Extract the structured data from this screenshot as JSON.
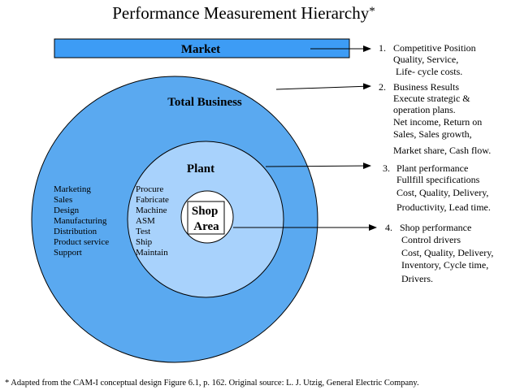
{
  "title": "Performance Measurement Hierarchy",
  "title_mark": "*",
  "market_label": "Market",
  "total_business_label": "Total Business",
  "plant_label": "Plant",
  "shop_area_label": [
    "Shop",
    "Area"
  ],
  "business_functions": [
    "Marketing",
    "Sales",
    "Design",
    "Manufacturing",
    "Distribution",
    "Product service",
    "Support"
  ],
  "plant_functions": [
    "Procure",
    "Fabricate",
    "Machine",
    "ASM",
    "Test",
    "Ship",
    "Maintain"
  ],
  "measures": [
    {
      "number": "1.",
      "lines": [
        "Competitive Position",
        "Quality,  Service,",
        "Life- cycle costs."
      ]
    },
    {
      "number": "2.",
      "lines": [
        "Business Results",
        "Execute strategic &",
        "operation plans.",
        "Net income, Return on",
        "Sales, Sales growth,",
        "Market share, Cash flow."
      ]
    },
    {
      "number": "3.",
      "lines": [
        "Plant performance",
        "Fullfill specifications",
        "Cost, Quality, Delivery,",
        "Productivity, Lead time."
      ]
    },
    {
      "number": "4.",
      "lines": [
        "Shop performance",
        "Control drivers",
        "Cost, Quality, Delivery,",
        "Inventory, Cycle time,",
        "Drivers."
      ]
    }
  ],
  "footnote": "* Adapted from the CAM-I conceptual design Figure 6.1, p. 162.  Original source: L. J. Utzig, General Electric Company.",
  "colors": {
    "market_fill": "#3d9cf5",
    "outer_circle": "#5aa9f0",
    "middle_circle": "#a8d2fc",
    "inner_circle": "#ffffff",
    "line": "#000000"
  }
}
